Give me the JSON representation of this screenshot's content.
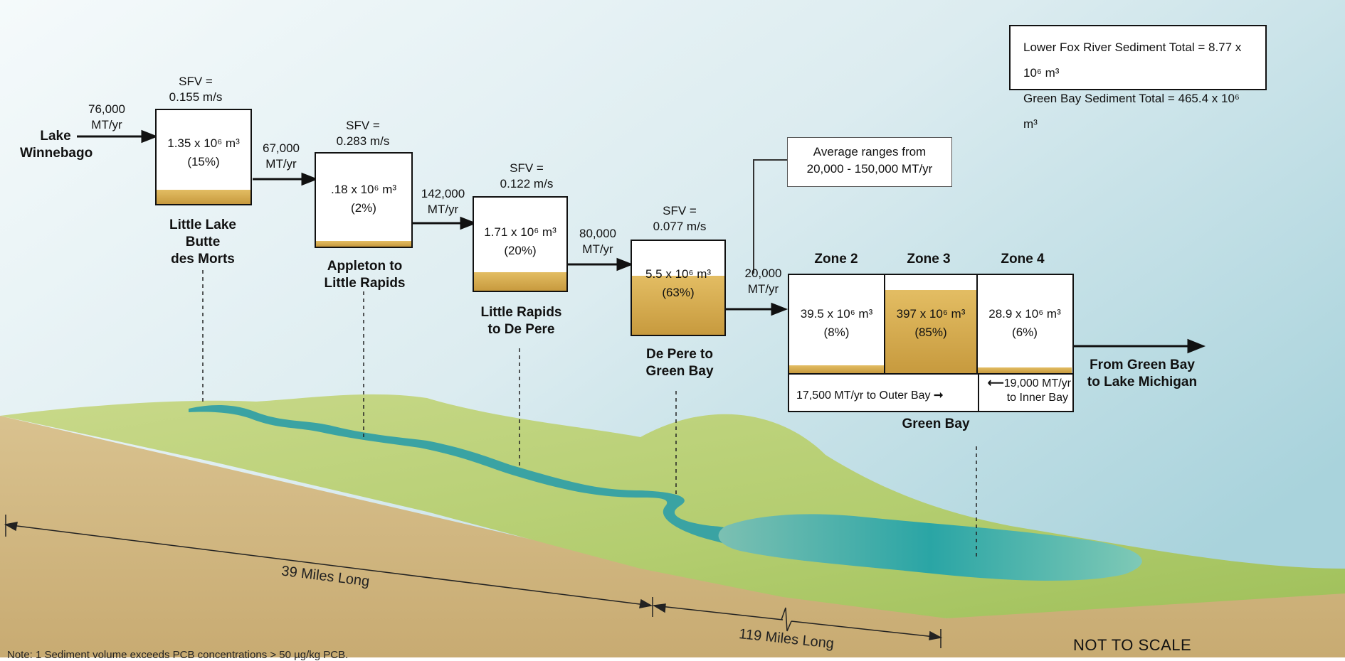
{
  "legend": {
    "line1": "Lower Fox River Sediment Total = 8.77 x 10⁶ m³",
    "line2": "Green Bay Sediment Total = 465.4 x 10⁶ m³"
  },
  "source": {
    "label_line1": "Lake",
    "label_line2": "Winnebago",
    "flow_line1": "76,000",
    "flow_line2": "MT/yr"
  },
  "reaches": [
    {
      "sfv_line1": "SFV =",
      "sfv_line2": "0.155 m/s",
      "volume": "1.35 x 10⁶ m³",
      "percent": "(15%)",
      "fill_fraction": 0.15,
      "name_lines": [
        "Little Lake",
        "Butte",
        "des Morts"
      ],
      "outflow_line1": "67,000",
      "outflow_line2": "MT/yr"
    },
    {
      "sfv_line1": "SFV =",
      "sfv_line2": "0.283 m/s",
      "volume": ".18 x 10⁶ m³",
      "percent": "(2%)",
      "fill_fraction": 0.02,
      "name_lines": [
        "Appleton to",
        "Little Rapids"
      ],
      "outflow_line1": "142,000",
      "outflow_line2": "MT/yr"
    },
    {
      "sfv_line1": "SFV =",
      "sfv_line2": "0.122 m/s",
      "volume": "1.71 x 10⁶ m³",
      "percent": "(20%)",
      "fill_fraction": 0.2,
      "name_lines": [
        "Little Rapids",
        "to De Pere"
      ],
      "outflow_line1": "80,000",
      "outflow_line2": "MT/yr"
    },
    {
      "sfv_line1": "SFV =",
      "sfv_line2": "0.077 m/s",
      "volume": "5.5 x 10⁶ m³",
      "percent": "(63%)",
      "fill_fraction": 0.63,
      "name_lines": [
        "De Pere to",
        "Green Bay"
      ],
      "outflow_line1": "20,000",
      "outflow_line2": "MT/yr"
    }
  ],
  "average_note": {
    "line1": "Average ranges from",
    "line2": "20,000 - 150,000 MT/yr"
  },
  "green_bay": {
    "name": "Green Bay",
    "zones": [
      {
        "name": "Zone 2",
        "volume": "39.5 x 10⁶ m³",
        "percent": "(8%)",
        "fill_fraction": 0.08
      },
      {
        "name": "Zone 3",
        "volume": "397 x 10⁶ m³",
        "percent": "(85%)",
        "fill_fraction": 0.85
      },
      {
        "name": "Zone 4",
        "volume": "28.9 x 10⁶ m³",
        "percent": "(6%)",
        "fill_fraction": 0.06
      }
    ],
    "outer_bay_flow": "17,500 MT/yr to Outer Bay",
    "inner_bay_flow_line1": "19,000 MT/yr",
    "inner_bay_flow_line2": "to Inner Bay",
    "outflow_line1": "From Green Bay",
    "outflow_line2": "to Lake Michigan"
  },
  "distances": {
    "river": "39 Miles Long",
    "bay": "119 Miles Long"
  },
  "not_to_scale": "NOT TO SCALE",
  "note_text": "Note:  1 Sediment volume exceeds PCB concentrations > 50 µg/kg PCB."
}
